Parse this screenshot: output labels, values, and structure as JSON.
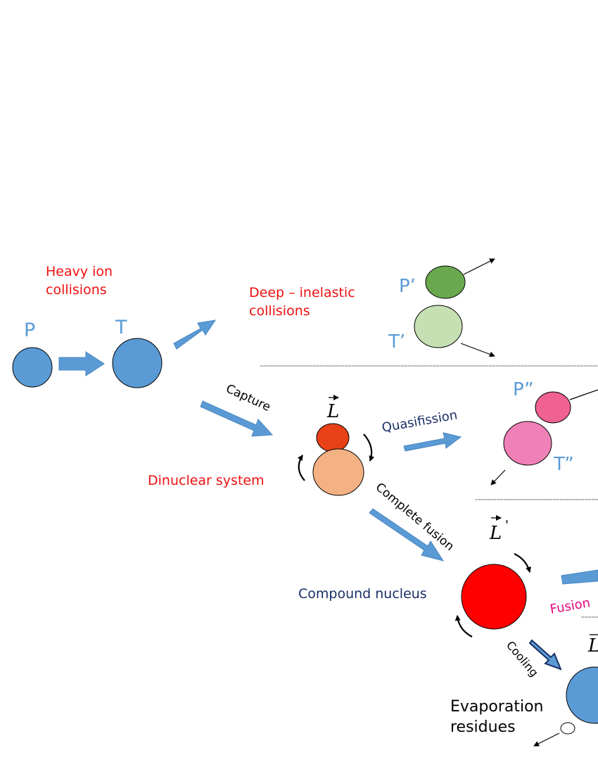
{
  "colors": {
    "red": "#ee1111",
    "navy": "#1a2f66",
    "blue_label": "#5b9bd5",
    "magenta": "#e6007e",
    "arrow_blue": "#5b9bd5",
    "nucleus_blue": "#5b9bd5",
    "green_dark": "#6aa84f",
    "green_light": "#c6e0b4",
    "orange_red": "#e84118",
    "peach": "#f4b183",
    "pink_dark": "#f06291",
    "pink_light": "#f080b8",
    "compound_red": "#ff0000"
  },
  "labels": {
    "heavy_ion_line1": "Heavy ion",
    "heavy_ion_line2": "collisions",
    "projectile": "P",
    "target": "T",
    "deep_inelastic_line1": "Deep – inelastic",
    "deep_inelastic_line2": "collisions",
    "p_prime": "P’",
    "t_prime": "T’",
    "capture": "Capture",
    "angular_momentum": "L",
    "quasifission": "Quasifission",
    "p_double_prime": "P”",
    "t_double_prime": "T”",
    "dinuclear_system": "Dinuclear system",
    "complete_fusion": "Complete  fusion",
    "angular_momentum_prime": "L",
    "prime_mark": "'",
    "compound_nucleus": "Compound nucleus",
    "fusion_partial": "Fusion",
    "cooling": "Cooling",
    "evaporation_line1": "Evaporation",
    "evaporation_line2": "residues",
    "angular_momentum_cut": "L"
  }
}
